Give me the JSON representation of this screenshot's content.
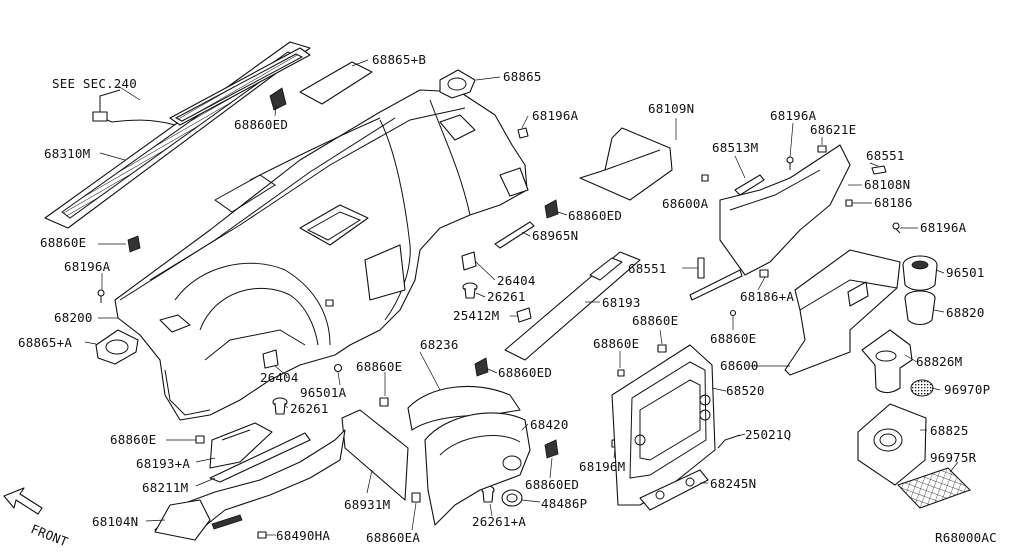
{
  "diagram": {
    "reference_code": "R68000AC",
    "direction_label": "FRONT",
    "labels": {
      "see_sec": "SEE SEC.240",
      "p68310M": "68310M",
      "p68860E_a": "68860E",
      "p68196A_a": "68196A",
      "p68200": "68200",
      "p68865A": "68865+A",
      "p68865B": "68865+B",
      "p68865": "68865",
      "p68860ED_a": "68860ED",
      "p68196A_b": "68196A",
      "p68109N": "68109N",
      "p68513M": "68513M",
      "p68600A": "68600A",
      "p68196A_c": "68196A",
      "p68621E": "68621E",
      "p68551_a": "68551",
      "p68108N": "68108N",
      "p68186": "68186",
      "p68196A_d": "68196A",
      "p68860ED_b": "68860ED",
      "p68965N": "68965N",
      "p26404_a": "26404",
      "p26261_a": "26261",
      "p25412M": "25412M",
      "p68193": "68193",
      "p68551_b": "68551",
      "p68186A": "68186+A",
      "p96501": "96501",
      "p68820": "68820",
      "p68860E_b": "68860E",
      "p68600": "68600",
      "p68826M": "68826M",
      "p68860E_c": "68860E",
      "p68860E_d": "68860E",
      "p68520": "68520",
      "p96970P": "96970P",
      "p68236": "68236",
      "p68860ED_c": "68860ED",
      "p68860E_e": "68860E",
      "p26404_b": "26404",
      "p96501A": "96501A",
      "p26261_b": "26261",
      "p68860E_f": "68860E",
      "p68193A": "68193+A",
      "p68211M": "68211M",
      "p68104N": "68104N",
      "p68490HA": "68490HA",
      "p68931M": "68931M",
      "p68860EA": "68860EA",
      "p68420": "68420",
      "p68860ED_d": "68860ED",
      "p48486P": "48486P",
      "p26261A": "26261+A",
      "p25021Q": "25021Q",
      "p68196M": "68196M",
      "p68245N": "68245N",
      "p68825": "68825",
      "p96975R": "96975R"
    }
  }
}
